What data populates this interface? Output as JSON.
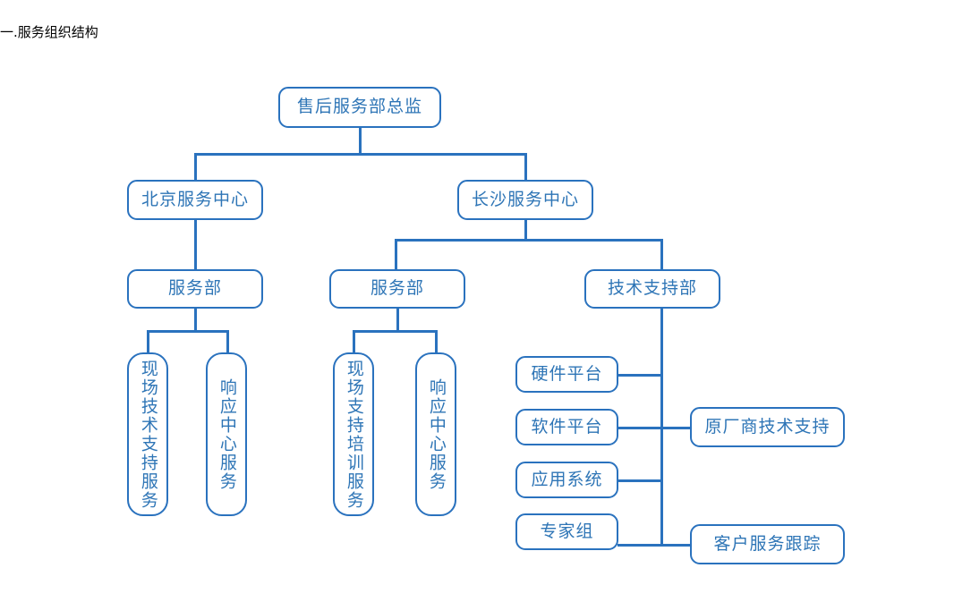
{
  "title": "一.服务组织结构",
  "theme": {
    "line_color": "#2A72BE",
    "text_color": "#2E75B6",
    "background": "#FFFFFF",
    "title_color": "#000000"
  },
  "chart_data": {
    "type": "diagram",
    "diagram_kind": "organization-chart",
    "title": "一.服务组织结构",
    "nodes": [
      {
        "id": "director",
        "label": "售后服务部总监",
        "level": 0,
        "orientation": "horizontal"
      },
      {
        "id": "beijing-center",
        "label": "北京服务中心",
        "level": 1,
        "orientation": "horizontal"
      },
      {
        "id": "changsha-center",
        "label": "长沙服务中心",
        "level": 1,
        "orientation": "horizontal"
      },
      {
        "id": "bj-service-dept",
        "label": "服务部",
        "level": 2,
        "orientation": "horizontal"
      },
      {
        "id": "cs-service-dept",
        "label": "服务部",
        "level": 2,
        "orientation": "horizontal"
      },
      {
        "id": "tech-support",
        "label": "技术支持部",
        "level": 2,
        "orientation": "horizontal"
      },
      {
        "id": "bj-onsite",
        "label": "现场技术支持服务",
        "level": 3,
        "orientation": "vertical"
      },
      {
        "id": "bj-response",
        "label": "响应中心服务",
        "level": 3,
        "orientation": "vertical"
      },
      {
        "id": "cs-onsite",
        "label": "现场支持培训服务",
        "level": 3,
        "orientation": "vertical"
      },
      {
        "id": "cs-response",
        "label": "响应中心服务",
        "level": 3,
        "orientation": "vertical"
      },
      {
        "id": "hardware",
        "label": "硬件平台",
        "level": 3,
        "orientation": "horizontal"
      },
      {
        "id": "software",
        "label": "软件平台",
        "level": 3,
        "orientation": "horizontal"
      },
      {
        "id": "application",
        "label": "应用系统",
        "level": 3,
        "orientation": "horizontal"
      },
      {
        "id": "expert-group",
        "label": "专家组",
        "level": 3,
        "orientation": "horizontal"
      },
      {
        "id": "oem-support",
        "label": "原厂商技术支持",
        "level": 3,
        "orientation": "horizontal"
      },
      {
        "id": "cust-tracking",
        "label": "客户服务跟踪",
        "level": 3,
        "orientation": "horizontal"
      }
    ],
    "edges": [
      {
        "from": "director",
        "to": "beijing-center"
      },
      {
        "from": "director",
        "to": "changsha-center"
      },
      {
        "from": "beijing-center",
        "to": "bj-service-dept"
      },
      {
        "from": "changsha-center",
        "to": "cs-service-dept"
      },
      {
        "from": "changsha-center",
        "to": "tech-support"
      },
      {
        "from": "bj-service-dept",
        "to": "bj-onsite"
      },
      {
        "from": "bj-service-dept",
        "to": "bj-response"
      },
      {
        "from": "cs-service-dept",
        "to": "cs-onsite"
      },
      {
        "from": "cs-service-dept",
        "to": "cs-response"
      },
      {
        "from": "tech-support",
        "to": "hardware"
      },
      {
        "from": "tech-support",
        "to": "software"
      },
      {
        "from": "tech-support",
        "to": "application"
      },
      {
        "from": "tech-support",
        "to": "expert-group"
      },
      {
        "from": "tech-support",
        "to": "oem-support"
      },
      {
        "from": "tech-support",
        "to": "cust-tracking"
      }
    ]
  }
}
